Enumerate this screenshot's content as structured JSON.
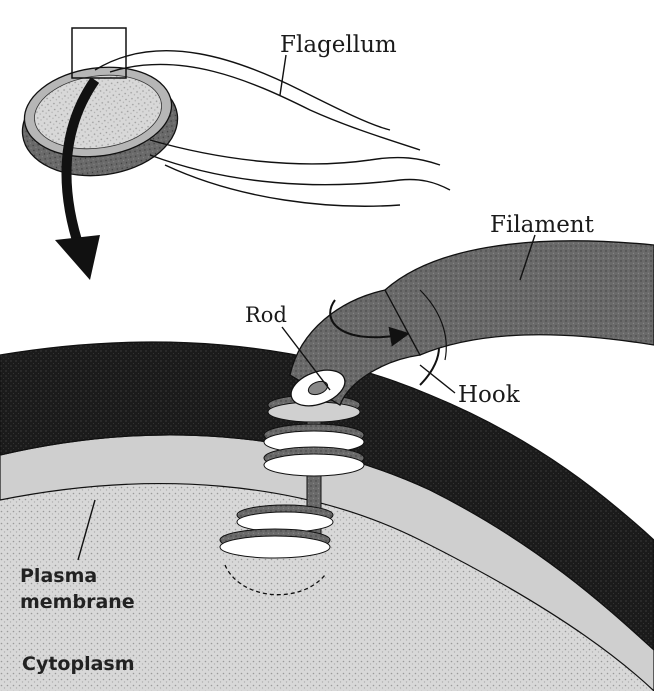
{
  "labels": {
    "flagellum": "Flagellum",
    "filament": "Filament",
    "rod": "Rod",
    "hook": "Hook",
    "plasma_membrane_line1": "Plasma",
    "plasma_membrane_line2": "membrane",
    "cytoplasm": "Cytoplasm"
  },
  "colors": {
    "ink": "#111111",
    "cell_wall": "#1c1c1c",
    "membrane": "#cfcfcf",
    "cytoplasm": "#dcdcdc",
    "filament": "#6e6e6e",
    "bacterium_body": "#8a8a8a",
    "paper": "#ffffff"
  }
}
